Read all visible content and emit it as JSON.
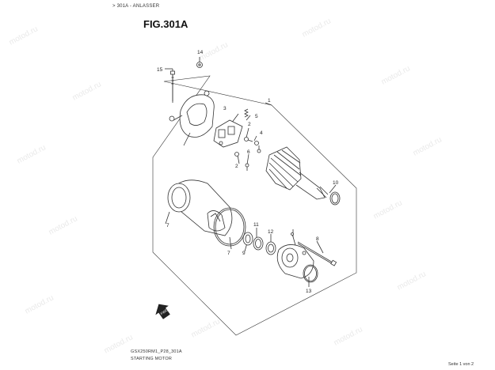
{
  "breadcrumb": "> 301A - ANLASSER",
  "figure": {
    "title": "FIG.301A"
  },
  "callouts": [
    {
      "id": "c1",
      "label": "1"
    },
    {
      "id": "c2a",
      "label": "2"
    },
    {
      "id": "c2b",
      "label": "2"
    },
    {
      "id": "c3",
      "label": "3"
    },
    {
      "id": "c4",
      "label": "4"
    },
    {
      "id": "c5",
      "label": "5"
    },
    {
      "id": "c6",
      "label": "6"
    },
    {
      "id": "c7a",
      "label": "7"
    },
    {
      "id": "c7b",
      "label": "7"
    },
    {
      "id": "c8",
      "label": "8"
    },
    {
      "id": "c9",
      "label": "9"
    },
    {
      "id": "c10",
      "label": "10"
    },
    {
      "id": "c11",
      "label": "11"
    },
    {
      "id": "c12",
      "label": "12"
    },
    {
      "id": "c13",
      "label": "13"
    },
    {
      "id": "c14",
      "label": "14"
    },
    {
      "id": "c15",
      "label": "15"
    }
  ],
  "fwd_badge": "FWD",
  "footer": {
    "code": "GSX250RM1_P28_301A",
    "name": "STARTING MOTOR",
    "page": "Seite 1 von 2"
  },
  "watermark": "motod.ru",
  "colors": {
    "line": "#333333",
    "watermark": "#cfcfcf"
  }
}
